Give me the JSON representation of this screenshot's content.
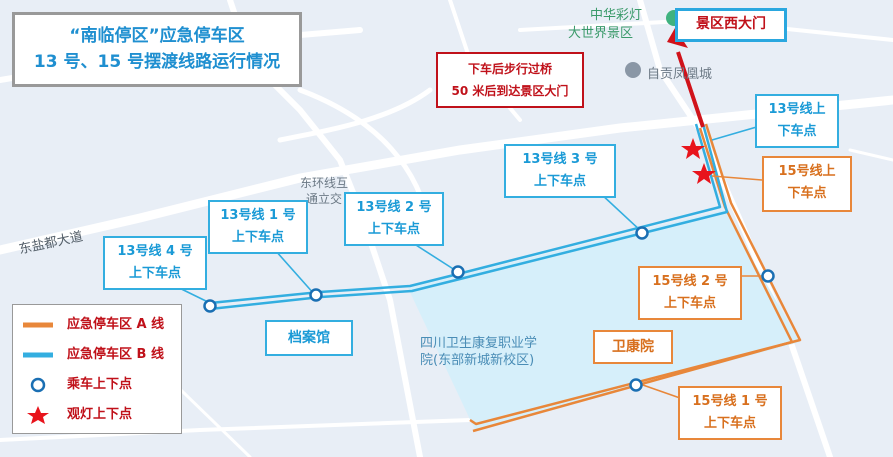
{
  "title": {
    "line1": "“南临停区”应急停车区",
    "line2": "13 号、15 号摆渡线路运行情况"
  },
  "gate": {
    "label": "景区西大门"
  },
  "walk_note": {
    "line1": "下车后步行过桥",
    "line2": "50 米后到达景区大门"
  },
  "stops_b": [
    {
      "line1": "13号线 4 号",
      "line2": "上下车点"
    },
    {
      "line1": "13号线 1 号",
      "line2": "上下车点"
    },
    {
      "line1": "13号线 2 号",
      "line2": "上下车点"
    },
    {
      "line1": "13号线 3 号",
      "line2": "上下车点"
    },
    {
      "line1": "13号线上",
      "line2": "下车点"
    }
  ],
  "stops_a": [
    {
      "line1": "15号线上",
      "line2": "下车点"
    },
    {
      "line1": "15号线 2 号",
      "line2": "上下车点"
    },
    {
      "line1": "15号线 1 号",
      "line2": "上下车点"
    }
  ],
  "places": {
    "archive": "档案馆",
    "clinic": "卫康院"
  },
  "map_labels": {
    "park1": "中华彩灯",
    "park2": "大世界景区",
    "city": "自贡凤凰城",
    "interchange1": "东环线互",
    "interchange2": "通立交",
    "road": "东盐都大道",
    "school1": "四川卫生康复职业学",
    "school2": "院(东部新城新校区)"
  },
  "legend": {
    "line_a": "应急停车区 A 线",
    "line_b": "应急停车区 B 线",
    "stop": "乘车上下点",
    "viewing": "观灯上下点"
  },
  "colors": {
    "line_a": "#e8873a",
    "line_b": "#33aee0",
    "star": "#e8141c",
    "stop_ring": "#1a6fb3",
    "area": "#d6effa"
  }
}
